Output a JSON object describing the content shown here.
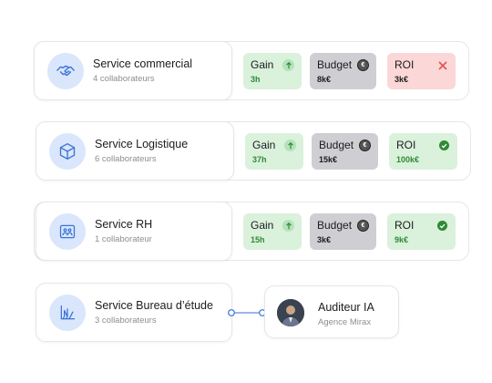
{
  "services": [
    {
      "title": "Service commercial",
      "subtitle": "4 collaborateurs",
      "icon": "handshake-icon",
      "metrics": [
        {
          "label": "Gain",
          "value": "3h",
          "status": "up"
        },
        {
          "label": "Budget",
          "value": "8k€",
          "status": "euro"
        },
        {
          "label": "ROI",
          "value": "3k€",
          "status": "cross"
        }
      ]
    },
    {
      "title": "Service Logistique",
      "subtitle": "6 collaborateurs",
      "icon": "box-icon",
      "metrics": [
        {
          "label": "Gain",
          "value": "37h",
          "status": "up"
        },
        {
          "label": "Budget",
          "value": "15k€",
          "status": "euro"
        },
        {
          "label": "ROI",
          "value": "100k€",
          "status": "check"
        }
      ]
    },
    {
      "title": "Service RH",
      "subtitle": "1 collaborateur",
      "icon": "people-frame-icon",
      "metrics": [
        {
          "label": "Gain",
          "value": "15h",
          "status": "up"
        },
        {
          "label": "Budget",
          "value": "3k€",
          "status": "euro"
        },
        {
          "label": "ROI",
          "value": "9k€",
          "status": "check"
        }
      ]
    },
    {
      "title": "Service Bureau d’étude",
      "subtitle": "3 collaborateurs",
      "icon": "blueprint-icon"
    }
  ],
  "auditor": {
    "name": "Auditeur IA",
    "organization": "Agence Mirax"
  },
  "colors": {
    "green_bg": "#daf1dc",
    "green_text": "#2f8a34",
    "gray_bg": "#cfcfd3",
    "red_bg": "#fbd7d7",
    "red_icon": "#e05555",
    "accent_blue": "#3a72d6",
    "icon_bg": "#d9e6fb"
  }
}
